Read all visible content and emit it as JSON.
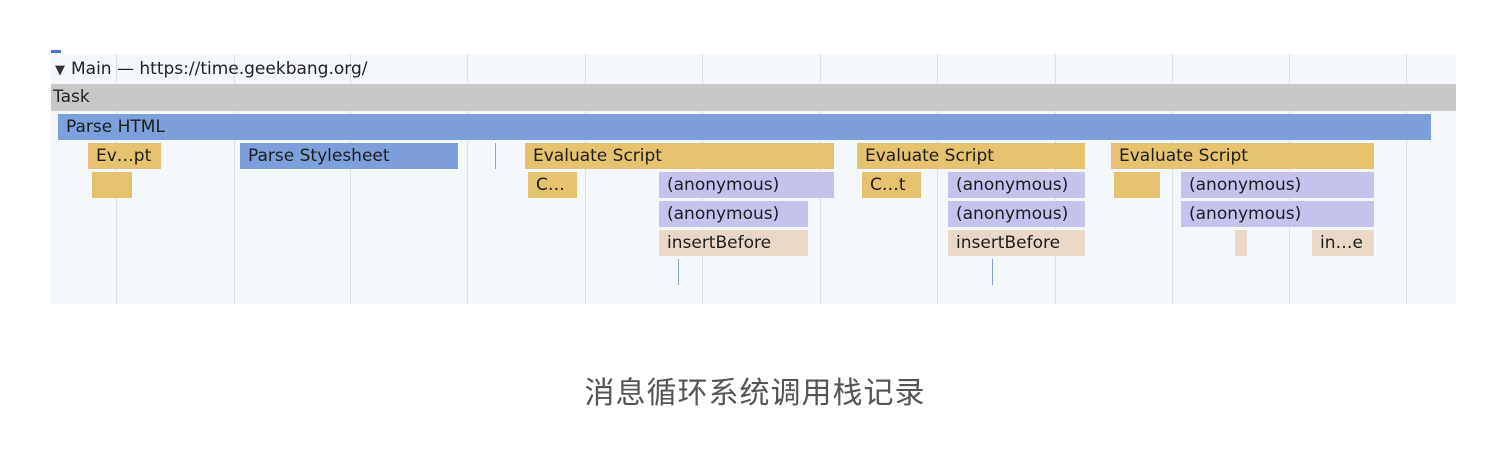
{
  "timeline": {
    "thread_label": "Main — https://time.geekbang.org/",
    "collapse_glyph": "▼",
    "task_label": "Task",
    "parse_html": "Parse HTML",
    "row1": {
      "ev_pt": "Ev…pt",
      "parse_stylesheet": "Parse Stylesheet",
      "evaluate_script_1": "Evaluate Script",
      "evaluate_script_2": "Evaluate Script",
      "evaluate_script_3": "Evaluate Script"
    },
    "row2": {
      "c_dots": "C…",
      "anon_1": "(anonymous)",
      "c_t": "C…t",
      "anon_2": "(anonymous)",
      "anon_3": "(anonymous)"
    },
    "row3": {
      "anon_1": "(anonymous)",
      "anon_2": "(anonymous)",
      "anon_3": "(anonymous)"
    },
    "row4": {
      "insert_before_1": "insertBefore",
      "insert_before_2": "insertBefore",
      "in_e": "in…e"
    }
  },
  "caption": "消息循环系统调用栈记录",
  "colors": {
    "task": "#c8c8c8",
    "parse": "#7da0dc",
    "script": "#e4c26e",
    "js_function": "#c5c2ee",
    "dom": "#e9d8c8"
  }
}
